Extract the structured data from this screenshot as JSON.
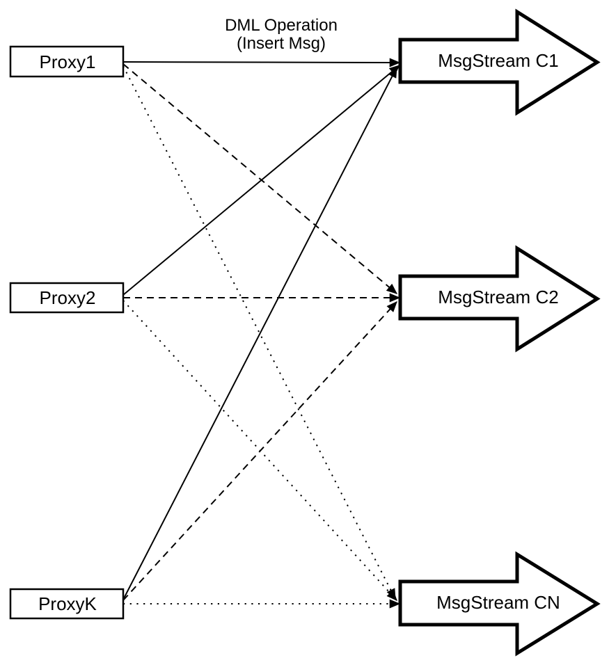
{
  "diagram": {
    "title": {
      "line1": "DML Operation",
      "line2": "(Insert Msg)"
    },
    "proxies": [
      {
        "id": "proxy1",
        "label": "Proxy1"
      },
      {
        "id": "proxy2",
        "label": "Proxy2"
      },
      {
        "id": "proxyk",
        "label": "ProxyK"
      }
    ],
    "streams": [
      {
        "id": "c1",
        "label": "MsgStream C1"
      },
      {
        "id": "c2",
        "label": "MsgStream C2"
      },
      {
        "id": "cn",
        "label": "MsgStream CN"
      }
    ],
    "connections": [
      {
        "from": "Proxy1",
        "to": "MsgStream C1",
        "style": "solid"
      },
      {
        "from": "Proxy1",
        "to": "MsgStream C2",
        "style": "dashed"
      },
      {
        "from": "Proxy1",
        "to": "MsgStream CN",
        "style": "dotted"
      },
      {
        "from": "Proxy2",
        "to": "MsgStream C1",
        "style": "solid"
      },
      {
        "from": "Proxy2",
        "to": "MsgStream C2",
        "style": "dashed"
      },
      {
        "from": "Proxy2",
        "to": "MsgStream CN",
        "style": "dotted"
      },
      {
        "from": "ProxyK",
        "to": "MsgStream C1",
        "style": "solid"
      },
      {
        "from": "ProxyK",
        "to": "MsgStream C2",
        "style": "dashed"
      },
      {
        "from": "ProxyK",
        "to": "MsgStream CN",
        "style": "dotted"
      }
    ],
    "colors": {
      "stroke": "#000000",
      "fill": "#ffffff"
    }
  }
}
